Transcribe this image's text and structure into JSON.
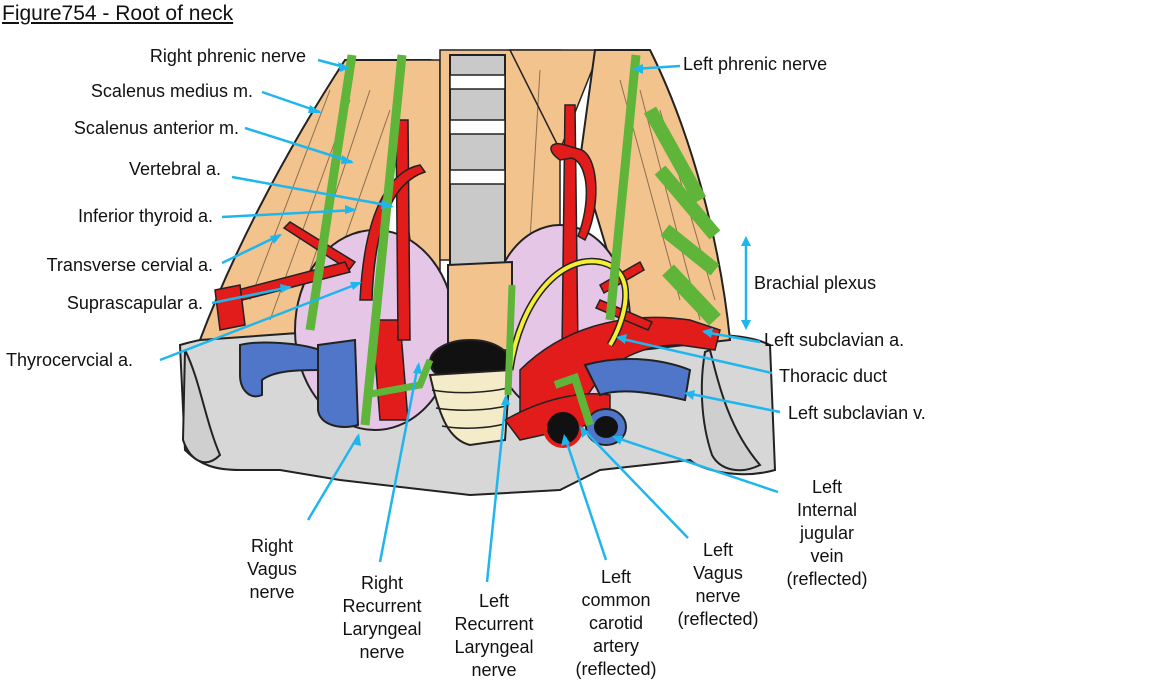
{
  "figure": {
    "title": "Figure754 - Root of neck",
    "colors": {
      "muscle": "#f3c38e",
      "nerve": "#5fb53a",
      "artery": "#e21b1b",
      "vein": "#4f76c9",
      "thyroid": "#e6c6e6",
      "trachea": "#c9c9c9",
      "esophagus": "#f4ecc8",
      "thoracic_duct": "#f4ef35",
      "pleura": "#d9d9d9",
      "leader": "#1fb6ee"
    }
  },
  "labels_left": [
    {
      "id": "right-phrenic-nerve",
      "text": "Right phrenic nerve"
    },
    {
      "id": "scalenus-medius",
      "text": "Scalenus medius m."
    },
    {
      "id": "scalenus-anterior",
      "text": "Scalenus anterior m."
    },
    {
      "id": "vertebral-artery",
      "text": "Vertebral a."
    },
    {
      "id": "inferior-thyroid-artery",
      "text": "Inferior thyroid a."
    },
    {
      "id": "transverse-cervical-artery",
      "text": "Transverse cervial a."
    },
    {
      "id": "suprascapular-artery",
      "text": "Suprascapular a."
    },
    {
      "id": "thyrocervical-trunk",
      "text": "Thyrocervcial a."
    }
  ],
  "labels_right": [
    {
      "id": "left-phrenic-nerve",
      "text": "Left phrenic nerve"
    },
    {
      "id": "brachial-plexus",
      "text": "Brachial plexus"
    },
    {
      "id": "left-subclavian-artery",
      "text": "Left  subclavian a."
    },
    {
      "id": "thoracic-duct",
      "text": "Thoracic duct"
    },
    {
      "id": "left-subclavian-vein",
      "text": "Left  subclavian v."
    }
  ],
  "labels_bottom": [
    {
      "id": "right-vagus-nerve",
      "text": "Right\nVagus\nnerve"
    },
    {
      "id": "right-recurrent-laryngeal-nerve",
      "text": "Right\nRecurrent\nLaryngeal\nnerve"
    },
    {
      "id": "left-recurrent-laryngeal-nerve",
      "text": "Left\nRecurrent\nLaryngeal\nnerve"
    },
    {
      "id": "left-common-carotid-artery",
      "text": "Left\ncommon\ncarotid\nartery\n(reflected)"
    },
    {
      "id": "left-vagus-nerve",
      "text": "Left\nVagus\nnerve\n(reflected)"
    },
    {
      "id": "left-internal-jugular-vein",
      "text": "Left\nInternal\njugular\nvein\n(reflected)"
    }
  ]
}
